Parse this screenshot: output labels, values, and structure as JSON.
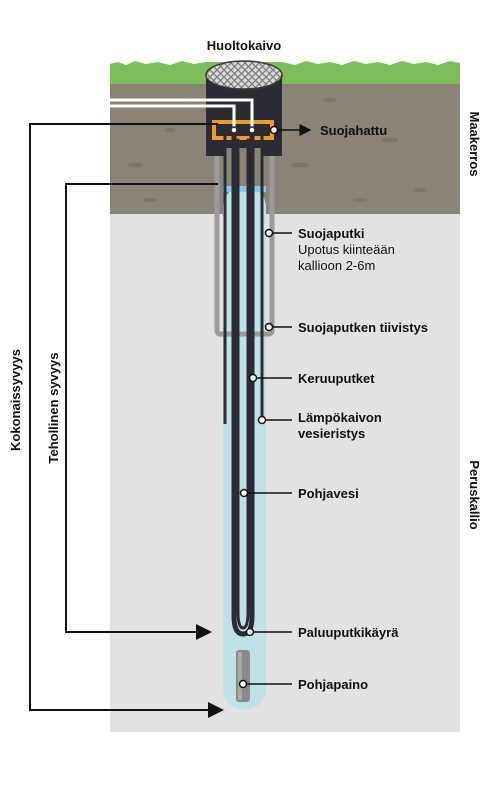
{
  "title": "Huoltokaivo",
  "layers": {
    "soil": "Maakerros",
    "bedrock": "Peruskallio"
  },
  "depths": {
    "total": "Kokonaissyvyys",
    "effective": "Tehollinen syvyys"
  },
  "labels": {
    "suojahattu": "Suojahattu",
    "suojaputki_title": "Suojaputki",
    "suojaputki_line1": "Upotus kiinteään",
    "suojaputki_line2": "kallioon 2-6m",
    "tiivistys": "Suojaputken tiivistys",
    "keruuputket": "Keruuputket",
    "vesieristys_line1": "Lämpökaivon",
    "vesieristys_line2": "vesieristys",
    "pohjavesi": "Pohjavesi",
    "paluuputkikayra": "Paluuputkikäyrä",
    "pohjapaino": "Pohjapaino"
  },
  "colors": {
    "grass": "#7cbf5a",
    "soil": "#8a8378",
    "bedrock": "#e4e2e0",
    "water": "#bfe3e4",
    "cap": "#f09a2a",
    "well": "#2b2b33"
  }
}
